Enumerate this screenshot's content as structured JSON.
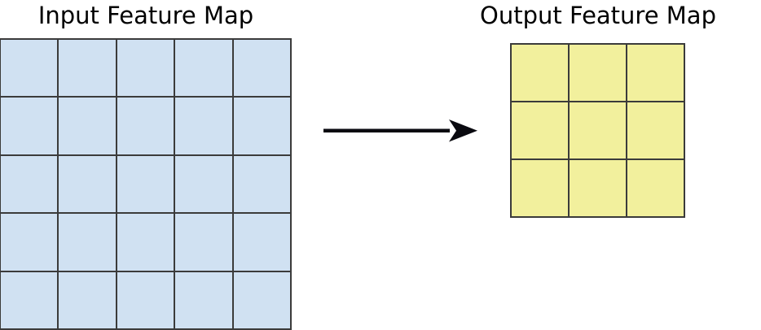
{
  "diagram": {
    "title_left": "Input Feature Map",
    "title_right": "Output Feature Map",
    "background_color": "#ffffff",
    "arrow": {
      "icon": "right-arrow-icon",
      "color": "#0a0a10",
      "direction": "right"
    }
  },
  "chart_data": {
    "type": "diagram",
    "title": "",
    "grids": [
      {
        "name": "input-feature-map",
        "label": "Input Feature Map",
        "rows": 5,
        "cols": 5,
        "cell_count": 25,
        "fill_color": "#d0e1f2",
        "line_color": "#3b3b3b",
        "cell_size_px": 71
      },
      {
        "name": "output-feature-map",
        "label": "Output Feature Map",
        "rows": 3,
        "cols": 3,
        "cell_count": 9,
        "fill_color": "#f2f09d",
        "line_color": "#3b3b3b",
        "cell_size_px": 71
      }
    ],
    "connector": {
      "from": "input-feature-map",
      "to": "output-feature-map",
      "style": "solid-arrow",
      "color": "#0a0a10"
    }
  }
}
